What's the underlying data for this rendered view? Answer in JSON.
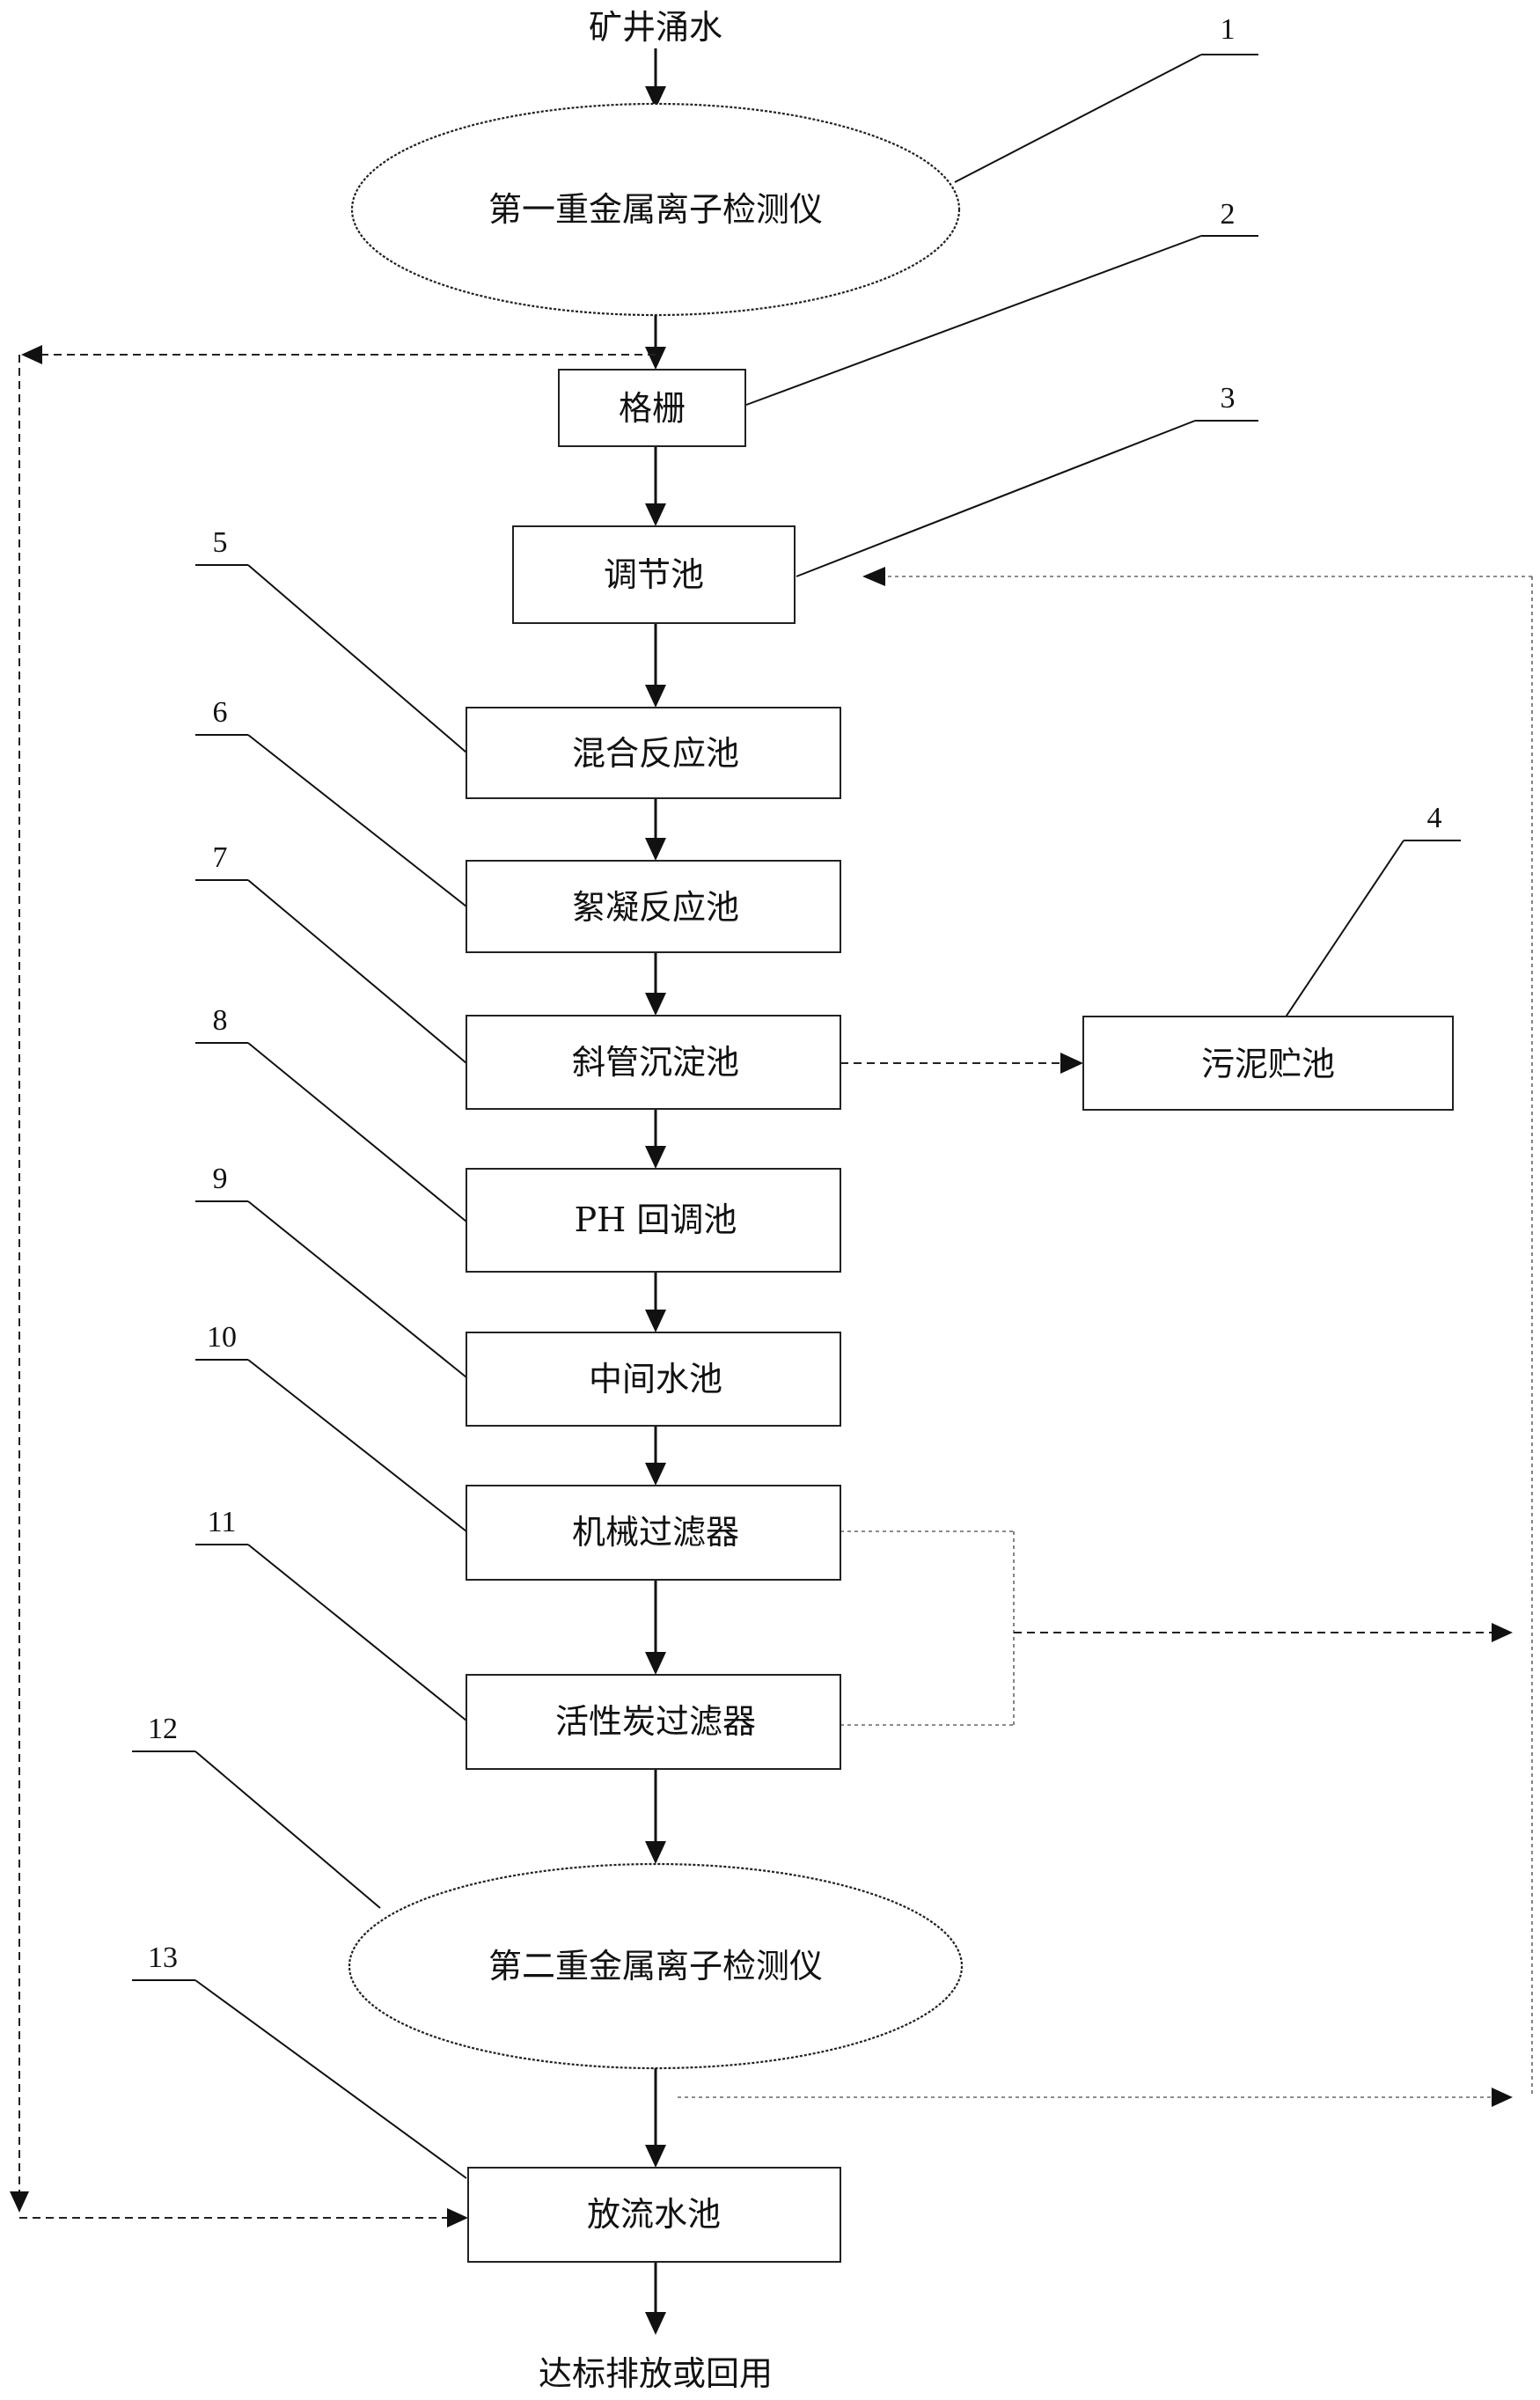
{
  "labels": {
    "input": "矿井涌水",
    "output": "达标排放或回用"
  },
  "nodes": [
    {
      "id": "detector1",
      "num": "1",
      "label": "第一重金属离子检测仪"
    },
    {
      "id": "grille",
      "num": "2",
      "label": "格栅"
    },
    {
      "id": "regulating_pool",
      "num": "3",
      "label": "调节池"
    },
    {
      "id": "sludge_pool",
      "num": "4",
      "label": "污泥贮池"
    },
    {
      "id": "mixing_pool",
      "num": "5",
      "label": "混合反应池"
    },
    {
      "id": "floc_pool",
      "num": "6",
      "label": "絮凝反应池"
    },
    {
      "id": "sedimentation_pool",
      "num": "7",
      "label": "斜管沉淀池"
    },
    {
      "id": "ph_pool",
      "num": "8",
      "label": "PH 回调池"
    },
    {
      "id": "middle_pool",
      "num": "9",
      "label": "中间水池"
    },
    {
      "id": "mech_filter",
      "num": "10",
      "label": "机械过滤器"
    },
    {
      "id": "carbon_filter",
      "num": "11",
      "label": "活性炭过滤器"
    },
    {
      "id": "detector2",
      "num": "12",
      "label": "第二重金属离子检测仪"
    },
    {
      "id": "discharge_pool",
      "num": "13",
      "label": "放流水池"
    }
  ],
  "colors": {
    "line": "#111111",
    "box_fill": "#ffffff",
    "dotted": "#666666"
  }
}
